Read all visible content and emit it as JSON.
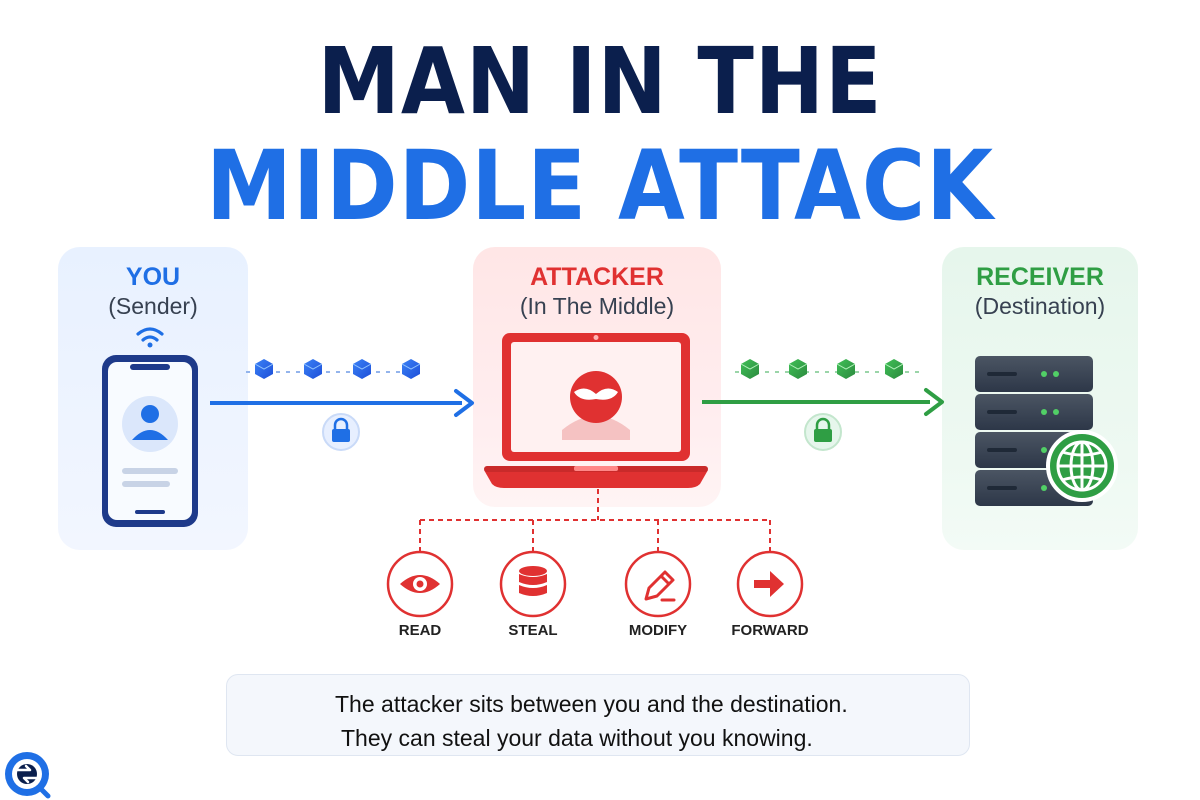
{
  "title": {
    "line1": "MAN IN THE",
    "line2": "MIDDLE ATTACK"
  },
  "sender": {
    "title": "YOU",
    "subtitle": "(Sender)",
    "color": "#1f6fe5"
  },
  "attacker": {
    "title": "ATTACKER",
    "subtitle": "(In The Middle)",
    "color": "#e03131"
  },
  "receiver": {
    "title": "RECEIVER",
    "subtitle": "(Destination)",
    "color": "#2f9e44"
  },
  "actions": [
    {
      "label": "READ",
      "icon": "eye-icon"
    },
    {
      "label": "STEAL",
      "icon": "database-icon"
    },
    {
      "label": "MODIFY",
      "icon": "pencil-icon"
    },
    {
      "label": "FORWARD",
      "icon": "arrow-right-icon"
    }
  ],
  "info": {
    "line1": "The attacker sits between you and the destination.",
    "line2": "They can steal your data without you knowing.",
    "icon": "shield-keyhole-icon"
  },
  "colors": {
    "title_dark": "#0b1f4d",
    "title_blue": "#1f6fe5",
    "danger": "#e03131",
    "success": "#2f9e44"
  }
}
